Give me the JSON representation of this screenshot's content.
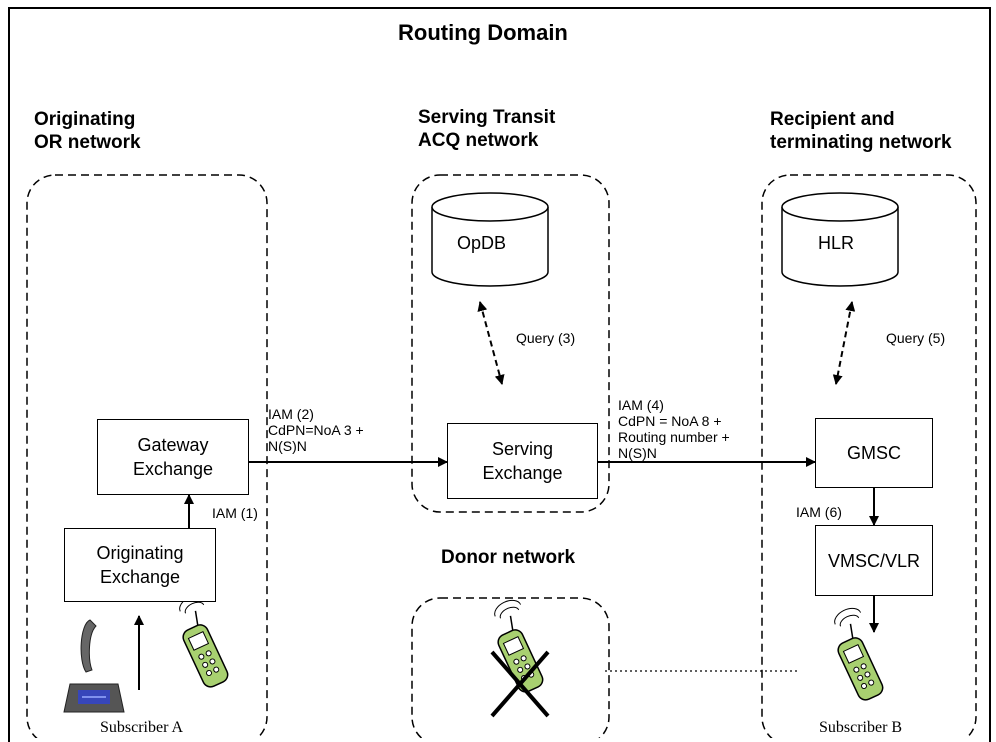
{
  "title": "Routing Domain",
  "networks": {
    "originating": {
      "line1": "Originating",
      "line2": "OR network"
    },
    "serving": {
      "line1": "Serving Transit",
      "line2": "ACQ network"
    },
    "recipient": {
      "line1": "Recipient and",
      "line2": "terminating network"
    },
    "donor": {
      "label": "Donor network"
    }
  },
  "nodes": {
    "gateway": {
      "line1": "Gateway",
      "line2": "Exchange"
    },
    "originating_exchange": {
      "line1": "Originating",
      "line2": "Exchange"
    },
    "serving_exchange": {
      "line1": "Serving",
      "line2": "Exchange"
    },
    "opdb": "OpDB",
    "hlr": "HLR",
    "gmsc": "GMSC",
    "vmsc": "VMSC/VLR"
  },
  "messages": {
    "iam1": "IAM (1)",
    "iam2": {
      "l1": "IAM (2)",
      "l2": "CdPN=NoA 3 +",
      "l3": "N(S)N"
    },
    "query3": "Query (3)",
    "iam4": {
      "l1": "IAM (4)",
      "l2": "CdPN = NoA 8 +",
      "l3": "Routing number +",
      "l4": "N(S)N"
    },
    "query5": "Query (5)",
    "iam6": "IAM (6)"
  },
  "subscribers": {
    "a": "Subscriber A",
    "b": "Subscriber B"
  },
  "colors": {
    "line": "#000000",
    "phone_green": "#a8d070",
    "keypad_blue": "#3344cc"
  }
}
